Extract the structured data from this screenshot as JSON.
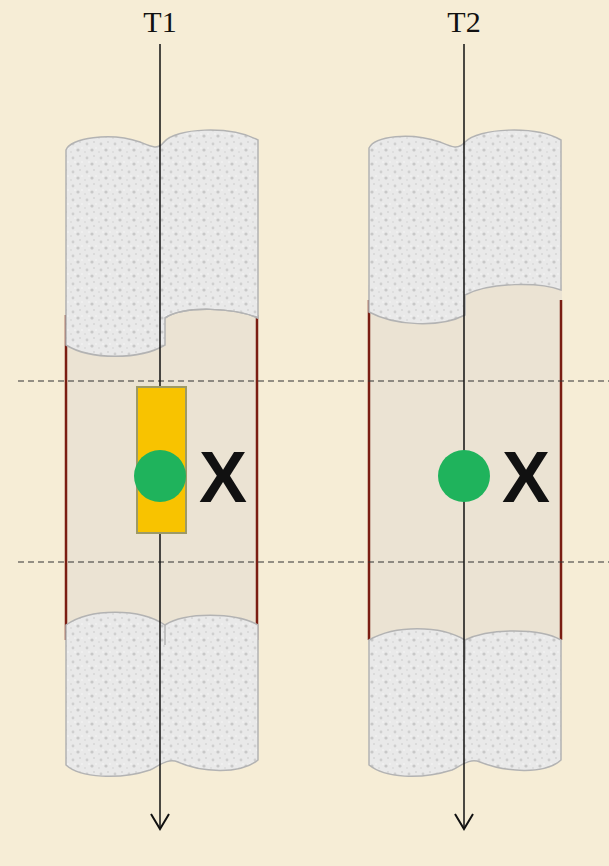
{
  "diagram": {
    "labels": [
      "T1",
      "T2",
      "X",
      "X"
    ]
  }
}
